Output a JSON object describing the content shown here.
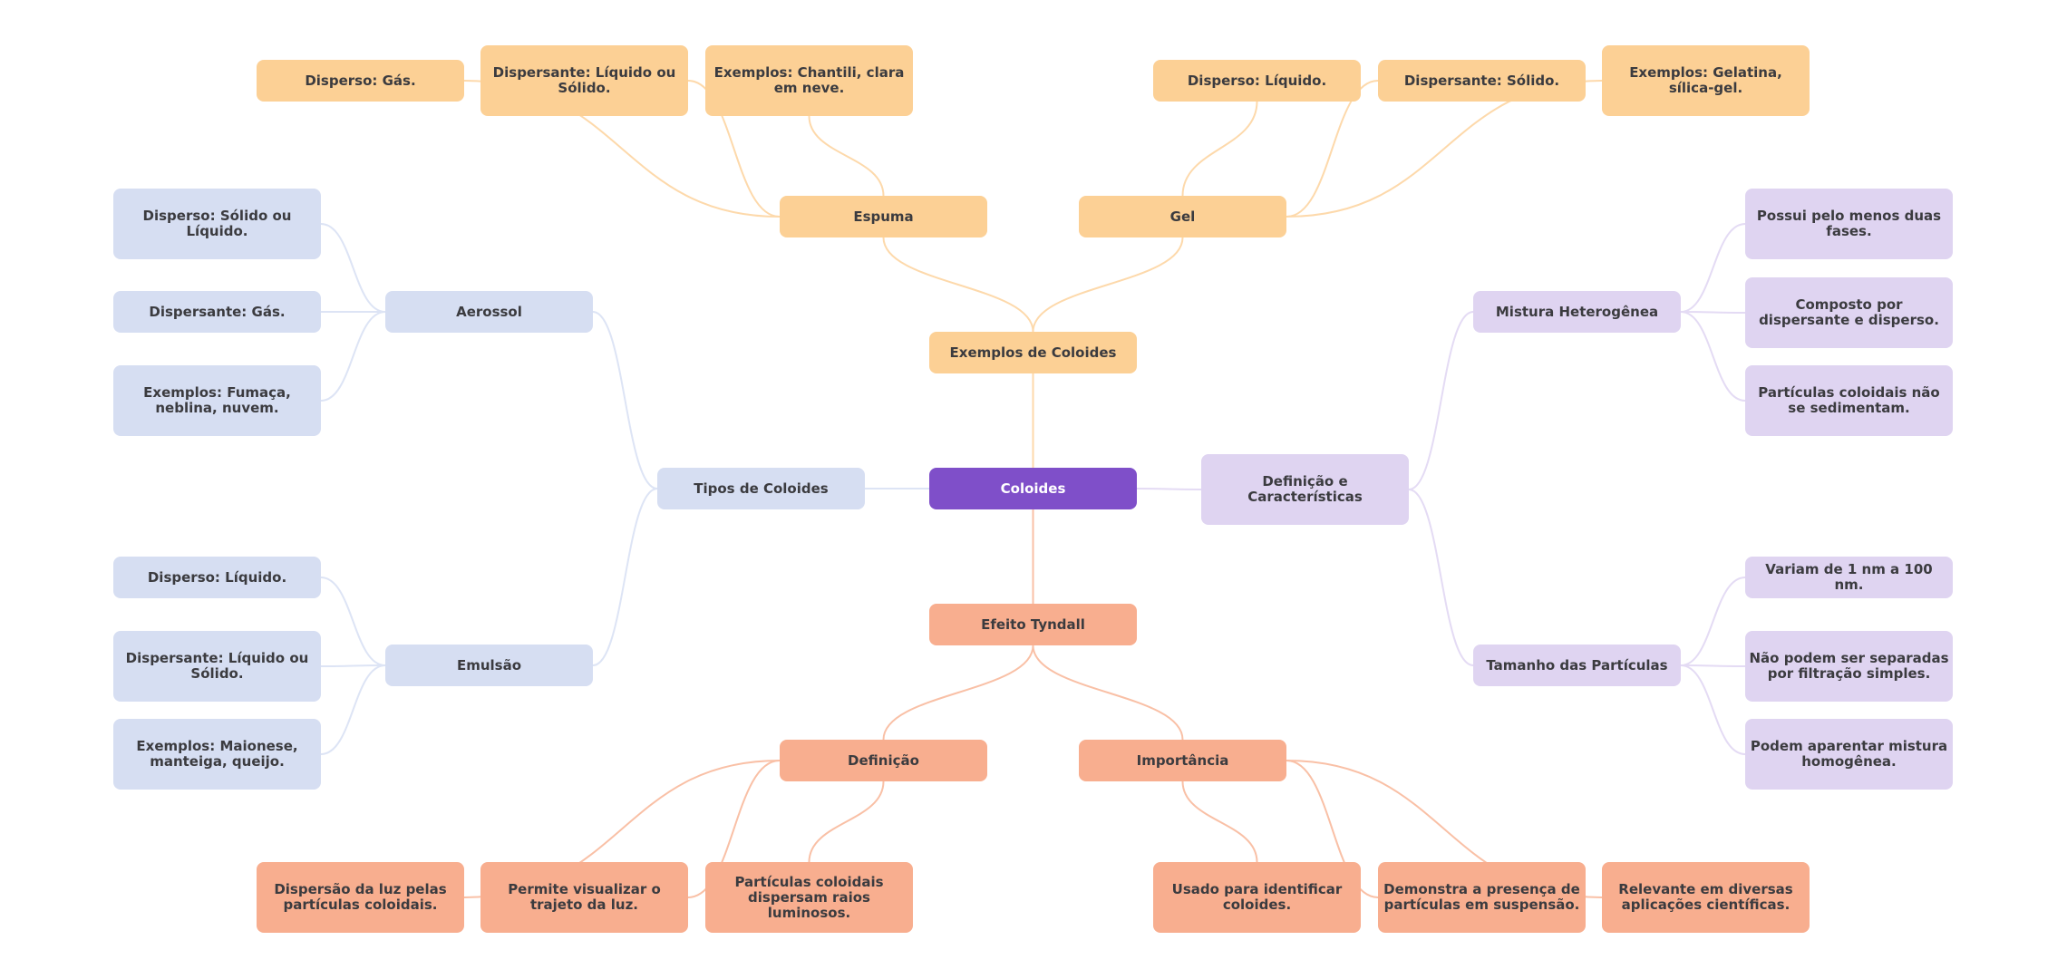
{
  "title": "Coloides",
  "colors": {
    "root": "#7f4fc9",
    "exemplos_branch": "#fcd095",
    "tipos_branch": "#d6def2",
    "definicao_branch": "#dfd4f1",
    "tyndall_branch": "#f8ae8f",
    "exemplos_edge": "#fdd9ab",
    "tipos_edge": "#dde4f5",
    "definicao_edge": "#e4dbf4",
    "tyndall_edge": "#f9c0a6"
  },
  "root": {
    "label": "Coloides"
  },
  "branches": {
    "exemplos": {
      "label": "Exemplos de Coloides",
      "children": {
        "espuma": {
          "label": "Espuma",
          "items": [
            "Disperso: Gás.",
            "Dispersante: Líquido ou Sólido.",
            "Exemplos: Chantili, clara em neve."
          ]
        },
        "gel": {
          "label": "Gel",
          "items": [
            "Disperso: Líquido.",
            "Dispersante: Sólido.",
            "Exemplos: Gelatina, sílica-gel."
          ]
        }
      }
    },
    "tipos": {
      "label": "Tipos de Coloides",
      "children": {
        "aerossol": {
          "label": "Aerossol",
          "items": [
            "Disperso: Sólido ou Líquido.",
            "Dispersante: Gás.",
            "Exemplos: Fumaça, neblina, nuvem."
          ]
        },
        "emulsao": {
          "label": "Emulsão",
          "items": [
            "Disperso: Líquido.",
            "Dispersante: Líquido ou Sólido.",
            "Exemplos: Maionese, manteiga, queijo."
          ]
        }
      }
    },
    "definicao": {
      "label": "Definição e Características",
      "children": {
        "mistura": {
          "label": "Mistura Heterogênea",
          "items": [
            "Possui pelo menos duas fases.",
            "Composto por dispersante e disperso.",
            "Partículas coloidais não se sedimentam."
          ]
        },
        "tamanho": {
          "label": "Tamanho das Partículas",
          "items": [
            "Variam de 1 nm a 100 nm.",
            "Não podem ser separadas por filtração simples.",
            "Podem aparentar mistura homogênea."
          ]
        }
      }
    },
    "tyndall": {
      "label": "Efeito Tyndall",
      "children": {
        "definicao": {
          "label": "Definição",
          "items": [
            "Dispersão da luz pelas partículas coloidais.",
            "Permite visualizar o trajeto da luz.",
            "Partículas coloidais dispersam raios luminosos."
          ]
        },
        "importancia": {
          "label": "Importância",
          "items": [
            "Usado para identificar coloides.",
            "Demonstra a presença de partículas em suspensão.",
            "Relevante em diversas aplicações científicas."
          ]
        }
      }
    }
  }
}
